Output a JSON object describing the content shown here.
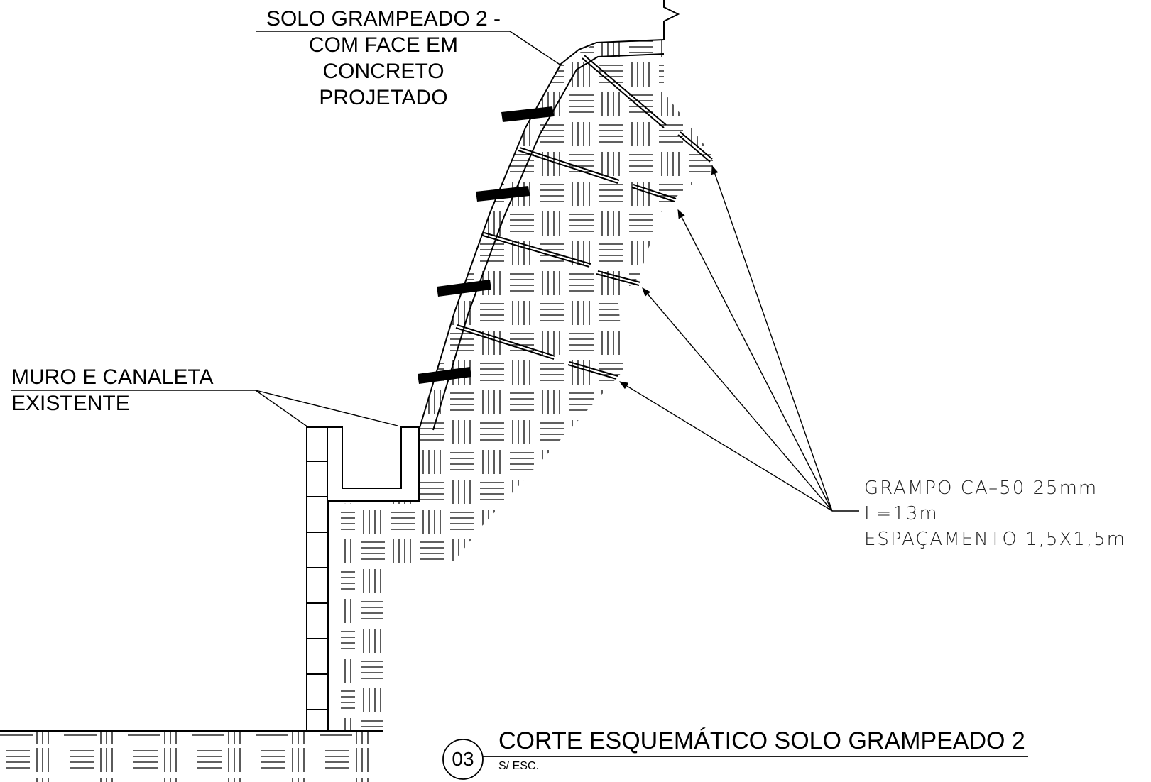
{
  "labels": {
    "solo_grampeado": [
      "SOLO GRAMPEADO 2 -",
      "COM FACE EM",
      "CONCRETO",
      "PROJETADO"
    ],
    "muro": [
      "MURO E CANALETA",
      "EXISTENTE"
    ],
    "grampo": [
      "GRAMPO CA–50 25mm",
      "L=13m",
      "ESPAÇAMENTO 1,5X1,5m"
    ]
  },
  "title_block": {
    "number": "03",
    "title": "CORTE ESQUEMÁTICO SOLO GRAMPEADO 2",
    "scale": "S/ ESC."
  },
  "colors": {
    "line": "#000000",
    "background": "#ffffff"
  }
}
